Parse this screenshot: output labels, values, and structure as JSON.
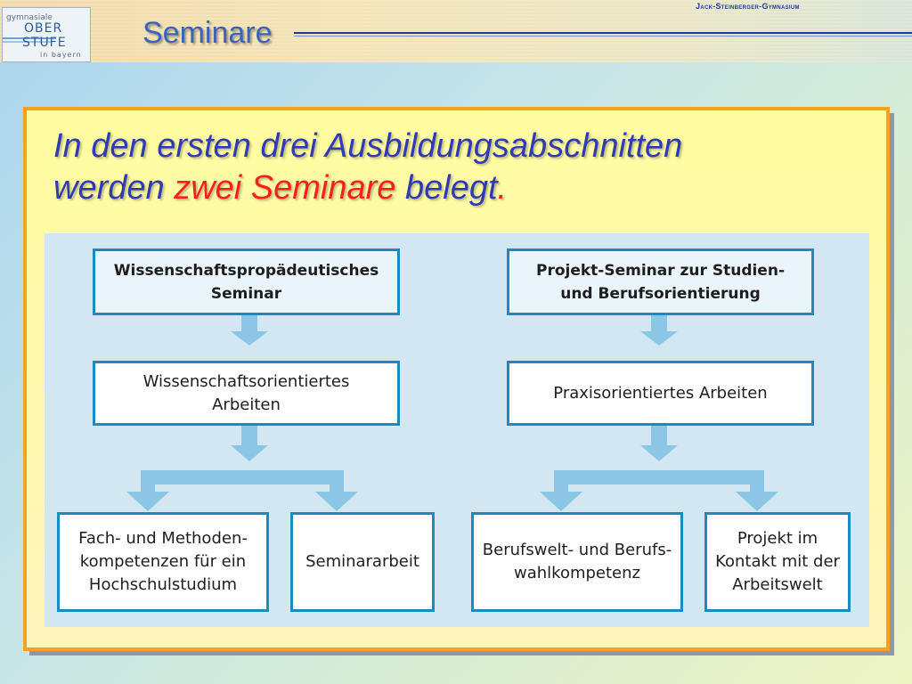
{
  "header": {
    "logo": {
      "line1": "gymnasiale",
      "line2": "OBER",
      "line3": "STUFE",
      "line4": "in bayern"
    },
    "title": "Seminare",
    "school": "Jack-Steinberger-Gymnasium"
  },
  "headline": {
    "line1": "In den ersten drei Ausbildungsabschnitten",
    "part_a": "werden ",
    "part_b": "zwei Seminare",
    "part_c": " belegt",
    "period": "."
  },
  "diagram": {
    "left": {
      "title": "Wissenschaftspropädeutisches\nSeminar",
      "middle": "Wissenschaftsorientiertes\nArbeiten",
      "leaf1": "Fach- und Methoden-\nkompetenzen für ein\nHochschulstudium",
      "leaf2": "Seminararbeit"
    },
    "right": {
      "title": "Projekt-Seminar zur Studien-\nund Berufsorientierung",
      "middle": "Praxisorientiertes Arbeiten",
      "leaf1": "Berufswelt- und Berufs-\nwahlkompetenz",
      "leaf2": "Projekt im\nKontakt mit der\nArbeitswelt"
    }
  },
  "colors": {
    "card_border": "#f4a21f",
    "headline": "#2f3ab4",
    "highlight": "#ff1e1e",
    "box_border": "#1b8ac0",
    "arrow": "#8cc6e6"
  }
}
